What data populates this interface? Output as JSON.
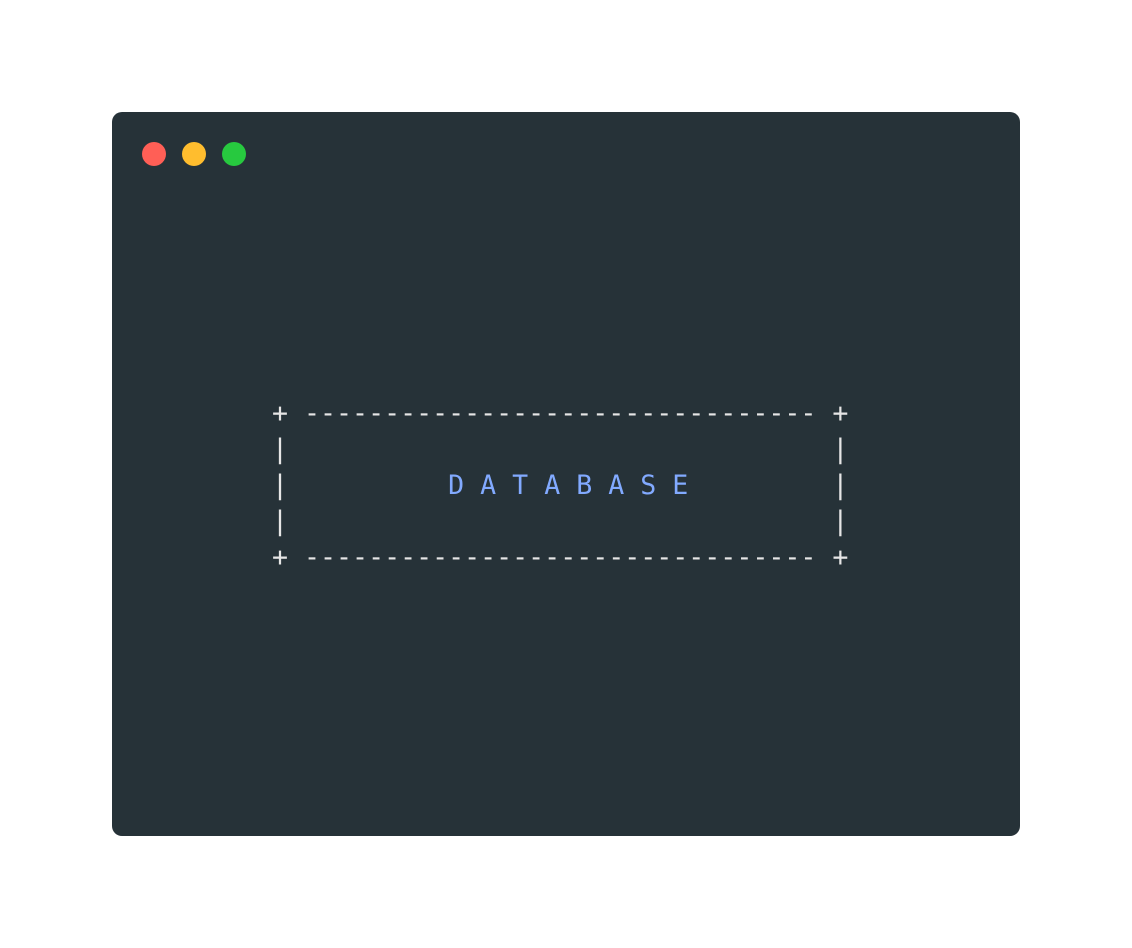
{
  "window": {
    "controls": [
      {
        "name": "close",
        "color": "#ff5f56"
      },
      {
        "name": "minimize",
        "color": "#ffbd2e"
      },
      {
        "name": "maximize",
        "color": "#27c93f"
      }
    ],
    "background": "#263238"
  },
  "ascii_art": {
    "top_border": "+ -------------------------------- +",
    "blank_row": "|                                  |",
    "label_left": "|          ",
    "label": "D A T A B A S E",
    "label_right": "         |",
    "bottom_border": "+ -------------------------------- +",
    "label_color": "#82aaff"
  }
}
